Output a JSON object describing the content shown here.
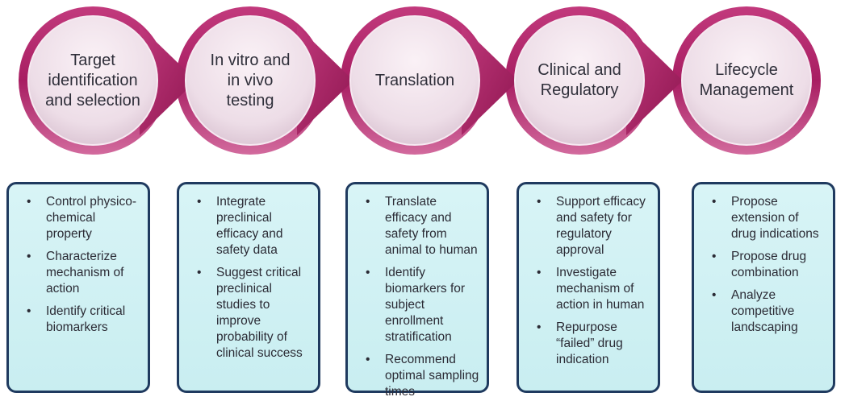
{
  "colors": {
    "circle_fill_top": "#f3e5ee",
    "circle_fill_bottom": "#d7c0cf",
    "ring_color": "#b8286e",
    "card_border": "#1f3a5f",
    "card_fill": "#d3f2f5"
  },
  "stages": [
    {
      "title": "Target\nidentification\nand selection",
      "bullets": [
        "Control physico-chemical property",
        "Characterize mechanism of action",
        "Identify critical biomarkers"
      ]
    },
    {
      "title": "In vitro and\nin vivo\ntesting",
      "bullets": [
        "Integrate preclinical efficacy and safety data",
        "Suggest critical preclinical studies to improve probability of clinical success"
      ]
    },
    {
      "title": "Translation",
      "bullets": [
        "Translate efficacy and safety from animal to human",
        "Identify biomarkers for subject enrollment stratification",
        "Recommend optimal sampling times"
      ]
    },
    {
      "title": "Clinical and\nRegulatory",
      "bullets": [
        "Support efficacy and safety for regulatory approval",
        "Investigate mechanism of action in human",
        "Repurpose “failed” drug indication"
      ]
    },
    {
      "title": "Lifecycle\nManagement",
      "bullets": [
        "Propose extension of drug indications",
        "Propose drug combination",
        "Analyze competitive landscaping"
      ]
    }
  ]
}
